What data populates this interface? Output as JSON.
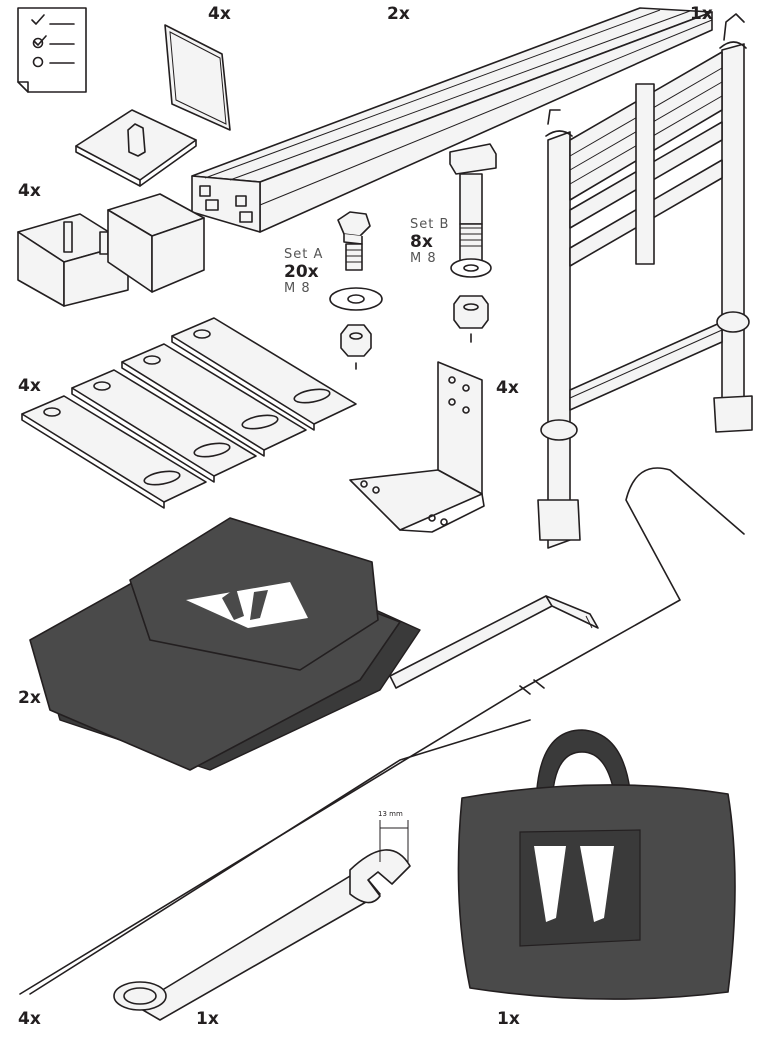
{
  "quantities": {
    "plates": "4x",
    "rails": "2x",
    "ladder": "1x",
    "feet": "4x",
    "shims": "4x",
    "bracket": "4x",
    "bags_small": "2x",
    "pegs": "4x",
    "wrench": "1x",
    "carry_bag": "1x"
  },
  "set_a": {
    "name": "Set A",
    "count": "20x",
    "size": "M 8"
  },
  "set_b": {
    "name": "Set B",
    "count": "8x",
    "size": "M 8"
  },
  "wrench_size": "13 mm",
  "colors": {
    "line": "#231f20",
    "bag_fill": "#4a4a4a",
    "bag_dark": "#3a3a3a",
    "part_fill": "#f4f4f4",
    "logo": "#ffffff"
  }
}
